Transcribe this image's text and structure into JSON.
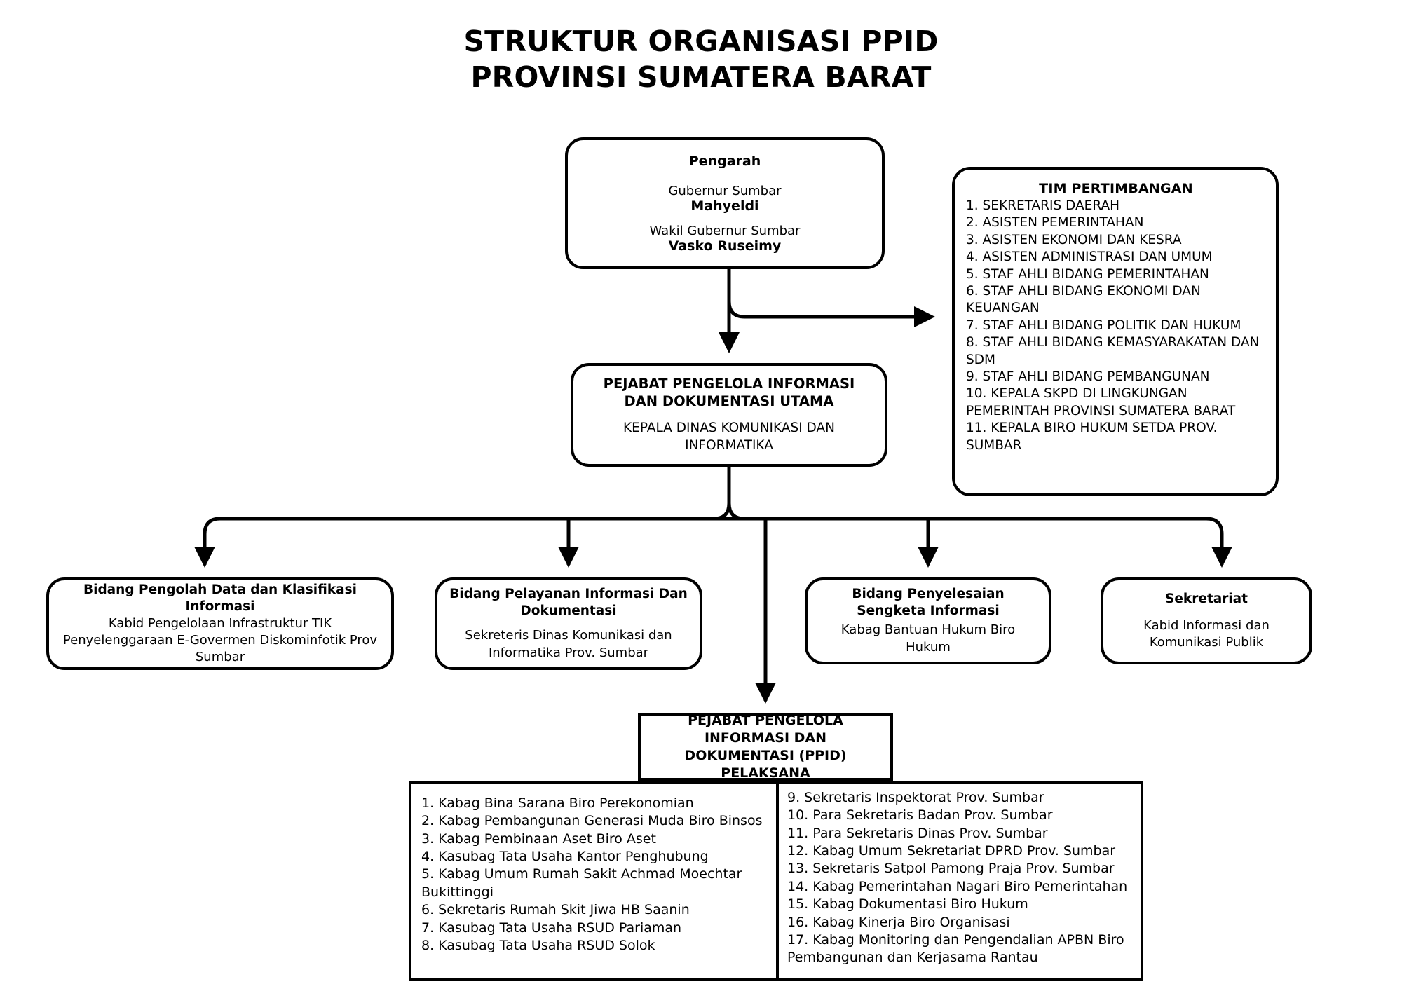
{
  "title": {
    "line1": "STRUKTUR ORGANISASI PPID",
    "line2": "PROVINSI SUMATERA BARAT"
  },
  "colors": {
    "stroke": "#000000",
    "background": "#ffffff",
    "text": "#000000"
  },
  "nodes": {
    "pengarah": {
      "heading": "Pengarah",
      "role1": "Gubernur Sumbar",
      "name1": "Mahyeldi",
      "role2": "Wakil Gubernur Sumbar",
      "name2": "Vasko Ruseimy"
    },
    "tim_pertimbangan": {
      "heading": "TIM PERTIMBANGAN",
      "items": [
        "1. SEKRETARIS DAERAH",
        "2. ASISTEN PEMERINTAHAN",
        "3. ASISTEN EKONOMI DAN KESRA",
        "4. ASISTEN ADMINISTRASI DAN UMUM",
        "5. STAF AHLI BIDANG PEMERINTAHAN",
        "6. STAF AHLI BIDANG EKONOMI DAN KEUANGAN",
        "7. STAF AHLI BIDANG POLITIK DAN HUKUM",
        "8. STAF AHLI BIDANG KEMASYARAKATAN DAN SDM",
        "9. STAF AHLI BIDANG PEMBANGUNAN",
        "10. KEPALA SKPD DI LINGKUNGAN PEMERINTAH PROVINSI SUMATERA BARAT",
        "11. KEPALA BIRO HUKUM SETDA PROV. SUMBAR"
      ]
    },
    "ppid_utama": {
      "heading": "PEJABAT PENGELOLA INFORMASI DAN DOKUMENTASI UTAMA",
      "sub": "KEPALA DINAS KOMUNIKASI DAN INFORMATIKA"
    },
    "bidang1": {
      "heading": "Bidang Pengolah Data dan Klasifikasi Informasi",
      "sub": "Kabid Pengelolaan Infrastruktur TIK Penyelenggaraan E-Govermen Diskominfotik Prov Sumbar"
    },
    "bidang2": {
      "heading": "Bidang Pelayanan Informasi Dan Dokumentasi",
      "sub": "Sekreteris Dinas Komunikasi dan Informatika Prov. Sumbar"
    },
    "bidang3": {
      "heading": "Bidang Penyelesaian Sengketa Informasi",
      "sub": "Kabag Bantuan Hukum Biro Hukum"
    },
    "bidang4": {
      "heading": "Sekretariat",
      "sub": "Kabid Informasi dan Komunikasi Publik"
    },
    "ppid_pelaksana": {
      "heading": "PEJABAT PENGELOLA INFORMASI DAN DOKUMENTASI (PPID) PELAKSANA",
      "list_left": [
        "1. Kabag Bina Sarana Biro Perekonomian",
        "2. Kabag Pembangunan Generasi Muda Biro Binsos",
        "3. Kabag Pembinaan Aset Biro Aset",
        "4. Kasubag Tata Usaha Kantor Penghubung",
        "5. Kabag Umum Rumah Sakit Achmad Moechtar Bukittinggi",
        "6. Sekretaris Rumah Skit Jiwa HB Saanin",
        "7. Kasubag Tata Usaha RSUD Pariaman",
        "8. Kasubag Tata Usaha RSUD Solok"
      ],
      "list_right": [
        "9. Sekretaris Inspektorat Prov. Sumbar",
        "10. Para Sekretaris Badan Prov. Sumbar",
        "11. Para Sekretaris Dinas Prov. Sumbar",
        "12. Kabag Umum Sekretariat DPRD Prov. Sumbar",
        "13. Sekretaris Satpol Pamong Praja Prov. Sumbar",
        "14. Kabag Pemerintahan Nagari Biro Pemerintahan",
        "15. Kabag Dokumentasi Biro Hukum",
        "16. Kabag Kinerja Biro Organisasi",
        "17. Kabag Monitoring dan Pengendalian APBN Biro Pembangunan dan Kerjasama Rantau"
      ]
    }
  }
}
